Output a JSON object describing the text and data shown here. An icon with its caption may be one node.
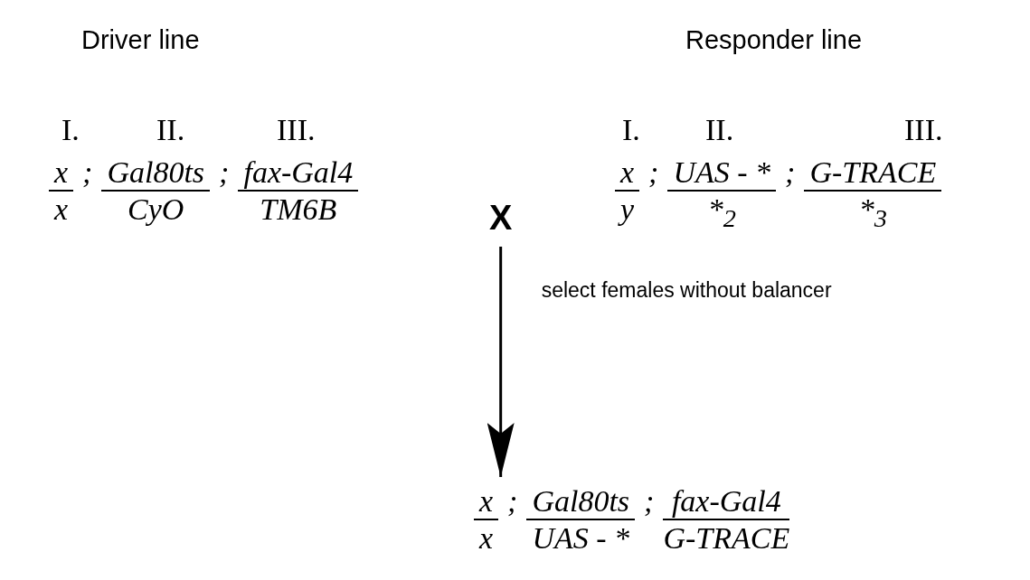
{
  "diagram": {
    "nodes": [
      {
        "text": [
          "x",
          "x",
          ";",
          "Gal80ts",
          "CyO",
          ";",
          "fax-Gal4",
          "TM6B"
        ]
      },
      {
        "text": [
          "x",
          "y",
          ";",
          "UAS - *",
          "*$_{2}$",
          ";",
          "G-TRACE",
          "*$_{3}$"
        ]
      },
      {
        "text": [
          "X"
        ]
      },
      {
        "text": [
          "x",
          "x",
          ";",
          "Gal80ts",
          "UAS - *",
          ";",
          "fax-Gal4",
          "G-TRACE"
        ]
      }
    ],
    "edges": [
      {
        "from": 2,
        "to": 3,
        "arrow": "to",
        "label": "select females without balancer"
      }
    ],
    "labels": [
      "Driver line",
      "Responder line",
      "I.",
      "II.",
      "III.",
      "I.",
      "II.",
      "III."
    ]
  }
}
